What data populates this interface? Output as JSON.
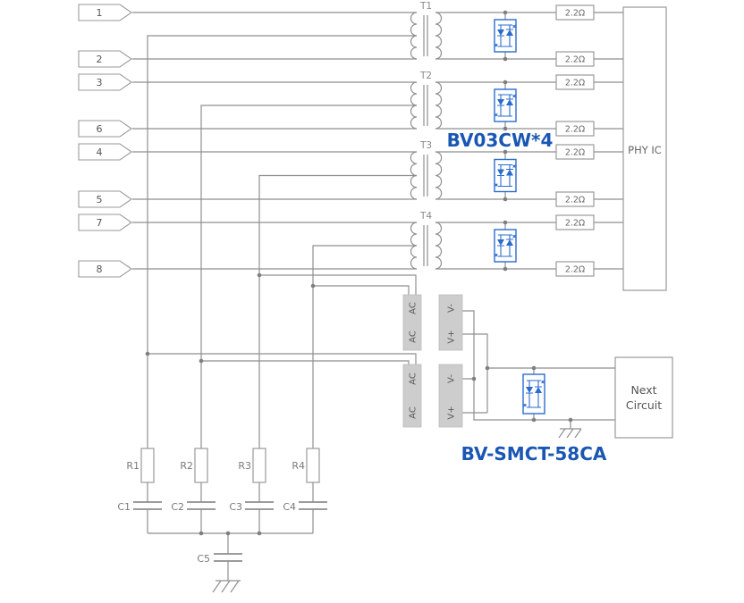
{
  "colors": {
    "accent_blue_text": "#1a56b4",
    "component_blue": "#2a6bcf",
    "wire_gray": "#8f8f8f",
    "bridge_box_gray": "#cdcdcd"
  },
  "pins": [
    "1",
    "2",
    "3",
    "6",
    "4",
    "5",
    "7",
    "8"
  ],
  "transformers": [
    "T1",
    "T2",
    "T3",
    "T4"
  ],
  "series_resistors": [
    "2.2Ω",
    "2.2Ω",
    "2.2Ω",
    "2.2Ω",
    "2.2Ω",
    "2.2Ω",
    "2.2Ω",
    "2.2Ω"
  ],
  "tvs_array_label": "BV03CW*4",
  "surge_module_label": "BV-SMCT-58CA",
  "phy_label": "PHY IC",
  "next_circuit": {
    "line1": "Next",
    "line2": "Circuit"
  },
  "bridges": [
    {
      "ac_top": "AC",
      "ac_bottom": "AC",
      "v_minus": "V-",
      "v_plus": "V+"
    },
    {
      "ac_top": "AC",
      "ac_bottom": "AC",
      "v_minus": "V-",
      "v_plus": "V+"
    }
  ],
  "termination_resistors": [
    "R1",
    "R2",
    "R3",
    "R4"
  ],
  "capacitors": [
    "C1",
    "C2",
    "C3",
    "C4",
    "C5"
  ]
}
